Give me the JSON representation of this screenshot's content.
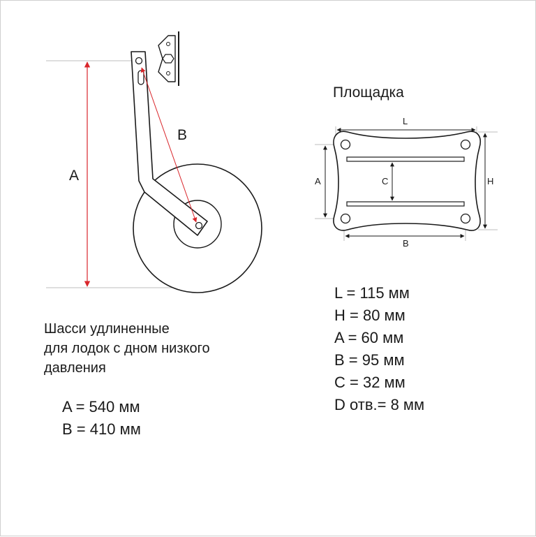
{
  "wheel_section": {
    "label_a": "A",
    "label_b": "B",
    "description_lines": [
      "Шасси удлиненные",
      "для лодок с дном низкого",
      "давления"
    ],
    "specs": [
      "A = 540 мм",
      "B = 410 мм"
    ]
  },
  "pad_section": {
    "title": "Площадка",
    "labels": {
      "L": "L",
      "H": "H",
      "A": "A",
      "B": "B",
      "C": "C"
    },
    "specs": [
      "L  = 115 мм",
      "H = 80 мм",
      "A = 60 мм",
      "B = 95 мм",
      "C = 32 мм",
      "D отв.= 8 мм"
    ]
  },
  "colors": {
    "stroke": "#1a1a1a",
    "dimension_arrow": "#d9262b",
    "guide_line": "#bdbdbd",
    "pad_dimension": "#1a1a1a"
  }
}
